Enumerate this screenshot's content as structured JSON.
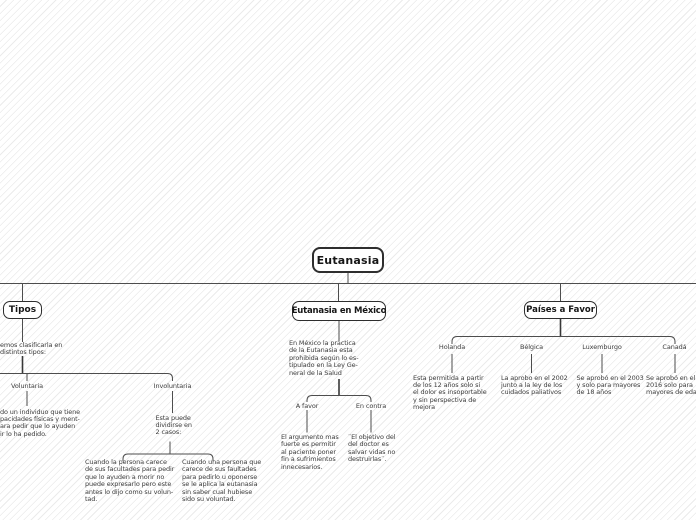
{
  "colors": {
    "connector": "#4d4d4d",
    "node_border": "#2e2e2e",
    "text": "#3d3d3d",
    "hatch": "#ebebeb",
    "background": "#ffffff"
  },
  "root": {
    "label": "Eutanasia"
  },
  "tipos": {
    "label": "Tipos",
    "note": "emos clasificarla en\ndistintos tipos:",
    "voluntaria": {
      "label": "Voluntaria",
      "note": "do un individuo que tiene\npacidades físicas y ment-\nara pedir que lo ayuden\nir lo ha pedido."
    },
    "involuntaria": {
      "label": "Involuntaria",
      "note": "Esta puede\ndividirse en\n2 casos:",
      "caso1": "Cuando la persona carece\nde sus facultades para pedir\nque lo ayuden a morir no\npuede expresarlo pero este\nantes lo dijo como su volun-\ntad.",
      "caso2": "Cuando una persona que\ncarece de sus faultades\npara pedirlo u oponerse\nse le aplica la eutanasia\nsin saber cual hubiese\nsido su voluntad."
    }
  },
  "mexico": {
    "label": "Eutanasia en México",
    "note": "En México la practica\nde la Eutanasia esta\nprohibida según lo es-\ntipulado en la Ley Ge-\nneral de la Salud",
    "favor": {
      "label": "A favor",
      "note": "El argumento mas\nfuerte es permitir\nal paciente poner\nfin a sufrimientos\ninnecesarios."
    },
    "contra": {
      "label": "En contra",
      "note": "¨El objetivo del\ndel doctor es\nsalvar vidas no\ndestruirlas¨."
    }
  },
  "paises": {
    "label": "Países a Favor",
    "countries": [
      {
        "label": "Holanda",
        "note": "Esta permitida a partir\nde los 12 años solo si\nel dolor es insoportable\ny sin perspectiva de\nmejora"
      },
      {
        "label": "Bélgica",
        "note": "La aprobo en el 2002\njunto a la ley de los\ncuidados paliativos"
      },
      {
        "label": "Luxemburgo",
        "note": "Se aprobó en el 2003\ny solo para mayores\nde 18 años"
      },
      {
        "label": "Canadá",
        "note": "Se aprobó en el\n2016 solo para\nmayores de eda"
      }
    ]
  }
}
